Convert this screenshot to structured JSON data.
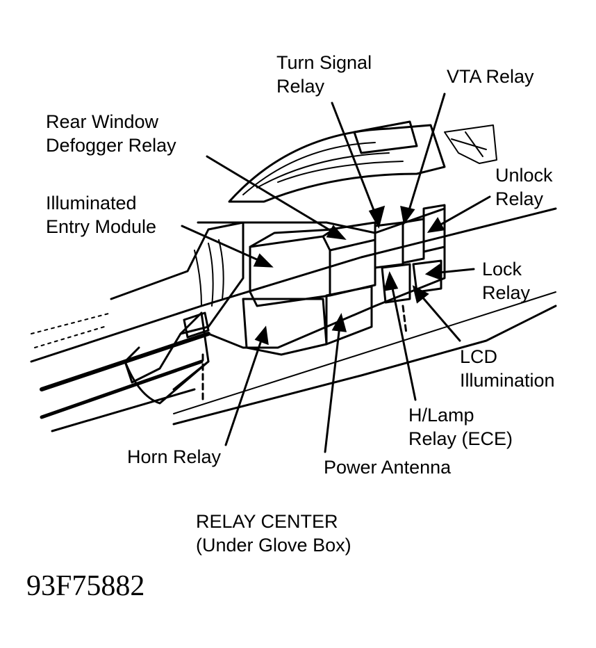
{
  "labels": {
    "turn_signal_relay": "Turn Signal\nRelay",
    "vta_relay": "VTA Relay",
    "rear_window_defogger_relay": "Rear Window\nDefogger Relay",
    "unlock_relay": "Unlock\nRelay",
    "illuminated_entry_module": "Illuminated\nEntry Module",
    "lock_relay": "Lock\nRelay",
    "lcd_illumination": "LCD\nIllumination",
    "h_lamp_relay_ece": "H/Lamp\nRelay (ECE)",
    "horn_relay": "Horn Relay",
    "power_antenna": "Power Antenna"
  },
  "caption": {
    "title": "RELAY CENTER",
    "subtitle": "(Under Glove Box)"
  },
  "figure_code": "93F75882",
  "colors": {
    "ink": "#000000",
    "paper": "#ffffff"
  }
}
